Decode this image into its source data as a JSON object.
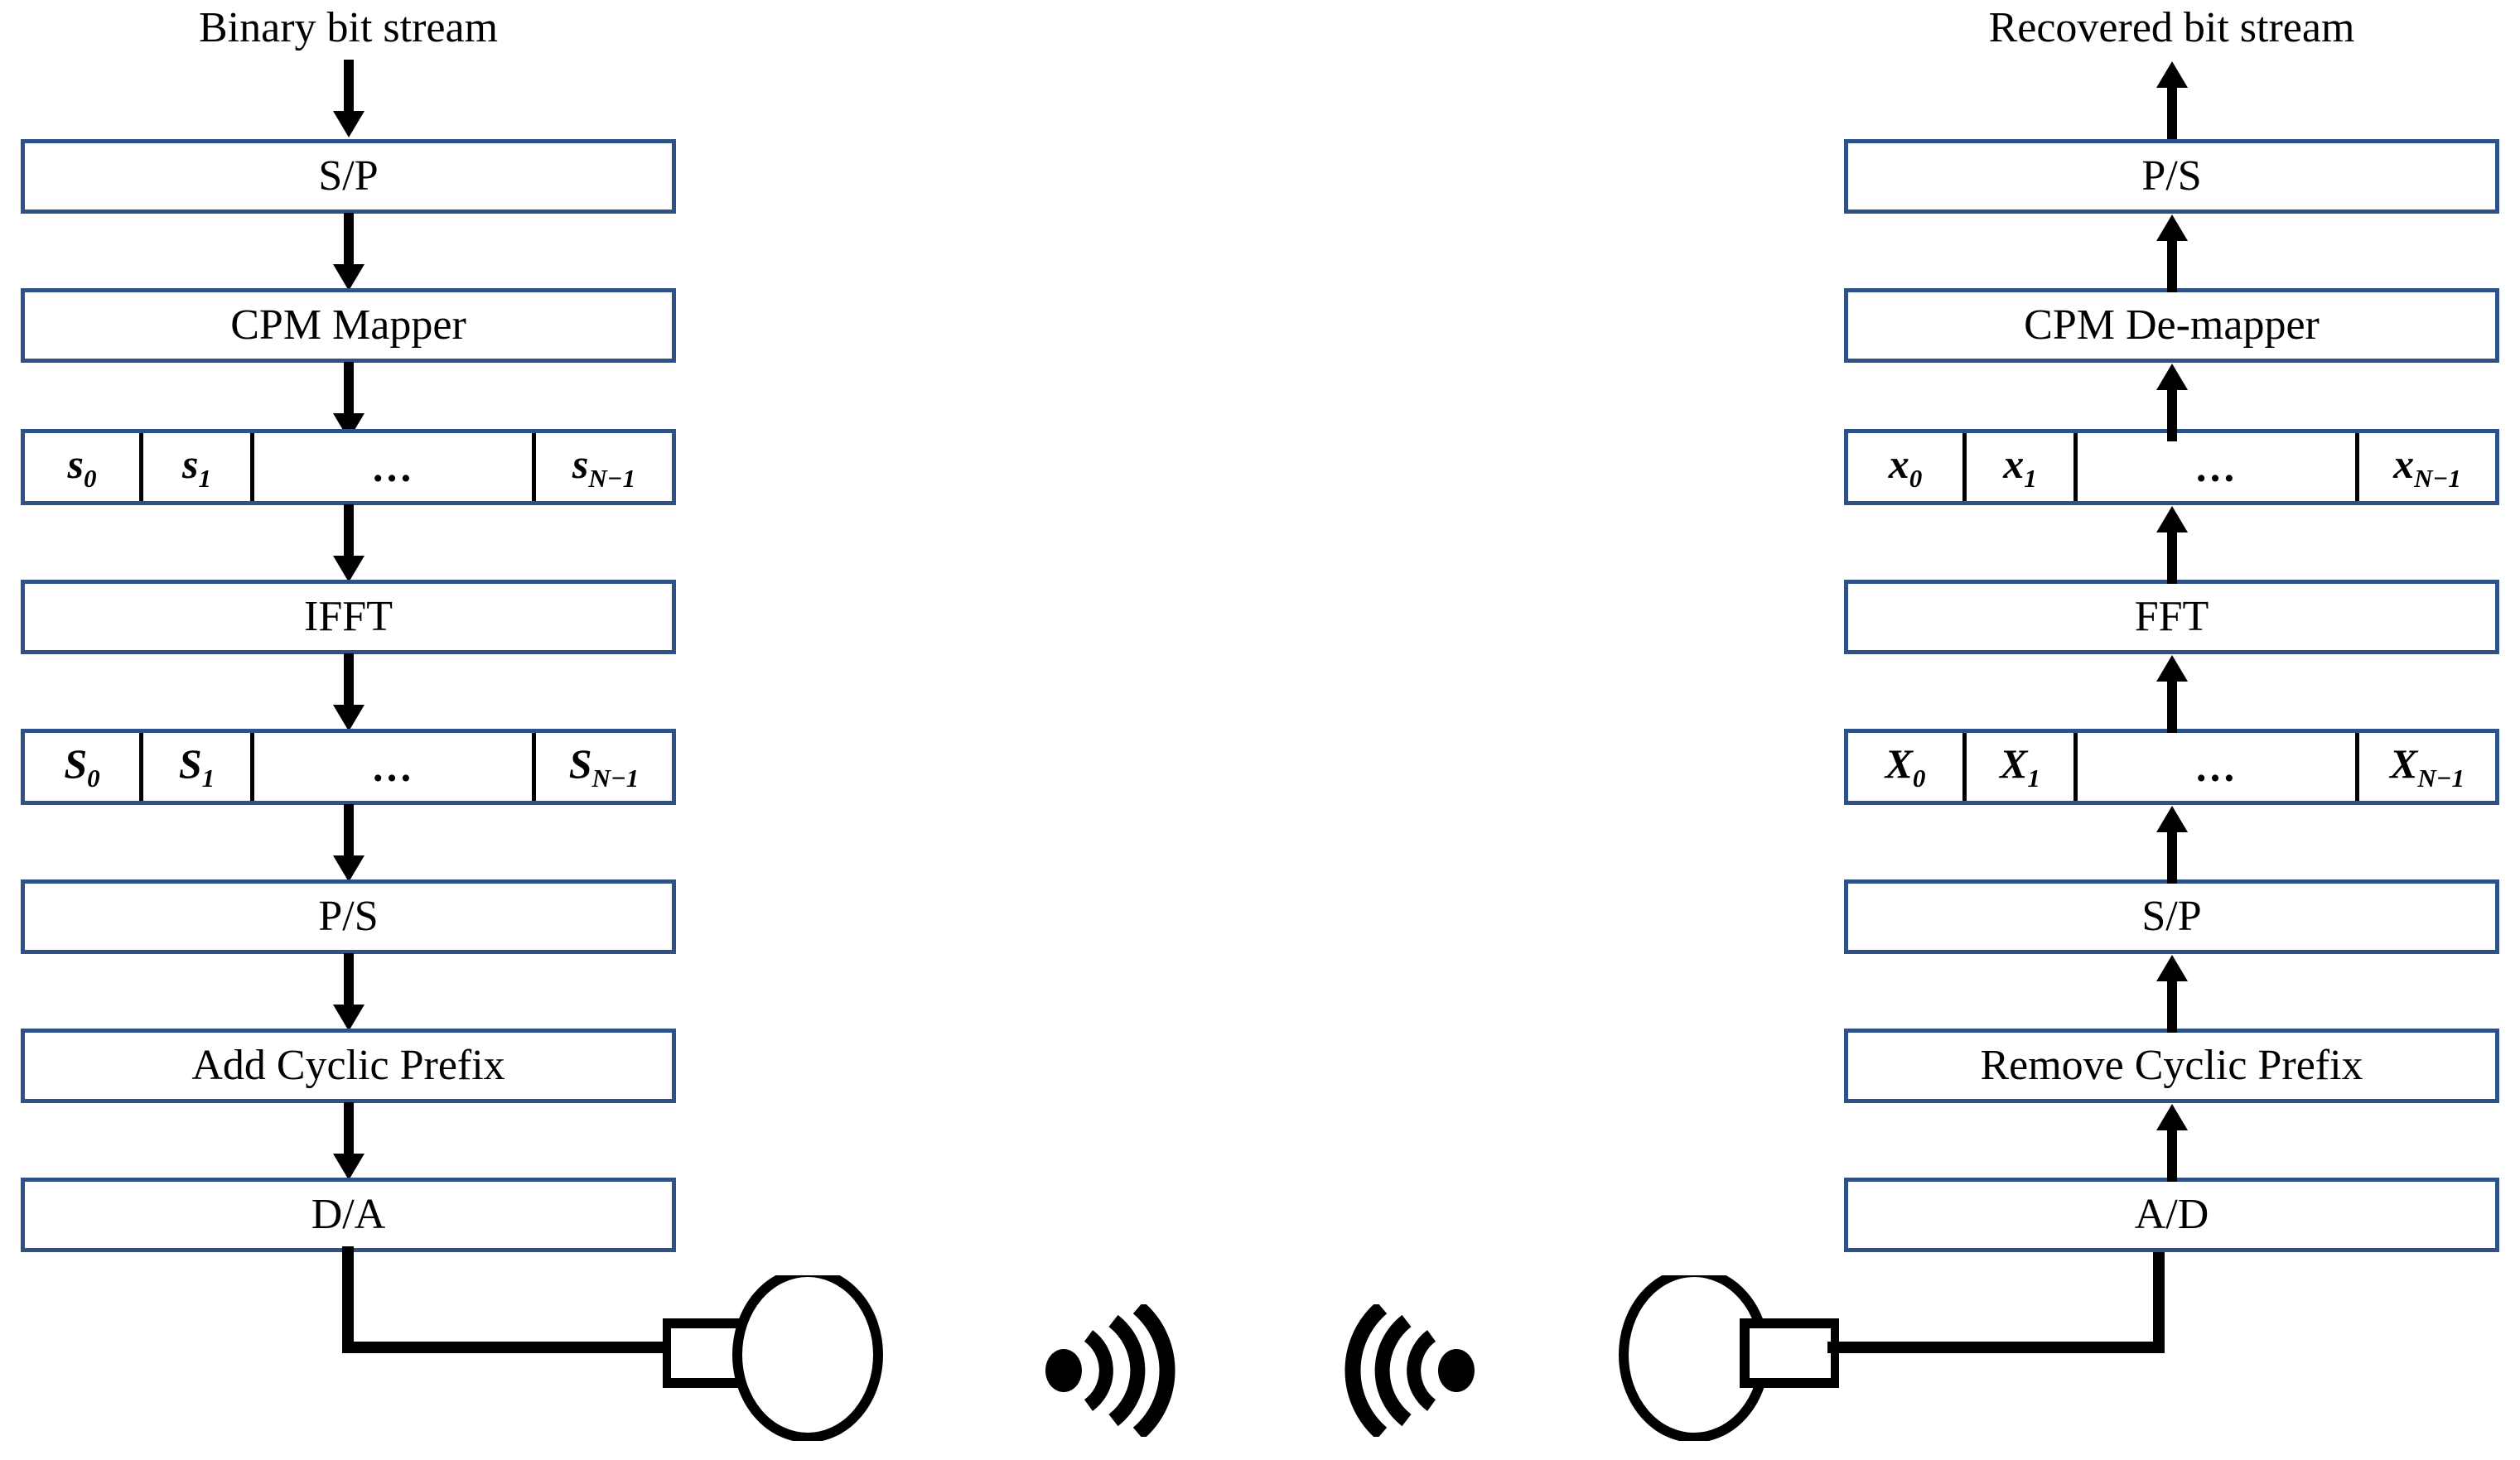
{
  "diagram": {
    "title": "CPM-OFDM transceiver block diagram",
    "colors": {
      "box_border": "#2e5288",
      "line": "#000000",
      "background": "#ffffff",
      "text": "#000000"
    }
  },
  "transmitter": {
    "input_caption": "Binary bit stream",
    "blocks": [
      {
        "label": "S/P"
      },
      {
        "label": "CPM Mapper"
      },
      {
        "label": "IFFT"
      },
      {
        "label": "P/S"
      },
      {
        "label": "Add Cyclic Prefix"
      },
      {
        "label": "D/A"
      }
    ],
    "symbol_rows": [
      {
        "name": "cpm-symbols",
        "cells": [
          {
            "base": "s",
            "sub": "0"
          },
          {
            "base": "s",
            "sub": "1"
          },
          {
            "base": "…",
            "sub": ""
          },
          {
            "base": "s",
            "sub": "N−1"
          }
        ]
      },
      {
        "name": "time-domain-samples",
        "cells": [
          {
            "base": "S",
            "sub": "0"
          },
          {
            "base": "S",
            "sub": "1"
          },
          {
            "base": "…",
            "sub": ""
          },
          {
            "base": "S",
            "sub": "N−1"
          }
        ]
      }
    ],
    "antenna_name": "transmit-antenna",
    "wave_name": "transmitted-radio-wave"
  },
  "receiver": {
    "output_caption": "Recovered bit stream",
    "blocks": [
      {
        "label": "P/S"
      },
      {
        "label": "CPM De-mapper"
      },
      {
        "label": "FFT"
      },
      {
        "label": "S/P"
      },
      {
        "label": "Remove Cyclic Prefix"
      },
      {
        "label": "A/D"
      }
    ],
    "symbol_rows": [
      {
        "name": "recovered-symbols",
        "cells": [
          {
            "base": "x",
            "sub": "0"
          },
          {
            "base": "x",
            "sub": "1"
          },
          {
            "base": "…",
            "sub": ""
          },
          {
            "base": "x",
            "sub": "N−1"
          }
        ]
      },
      {
        "name": "received-samples",
        "cells": [
          {
            "base": "X",
            "sub": "0"
          },
          {
            "base": "X",
            "sub": "1"
          },
          {
            "base": "…",
            "sub": ""
          },
          {
            "base": "X",
            "sub": "N−1"
          }
        ]
      }
    ],
    "antenna_name": "receive-antenna",
    "wave_name": "received-radio-wave"
  }
}
